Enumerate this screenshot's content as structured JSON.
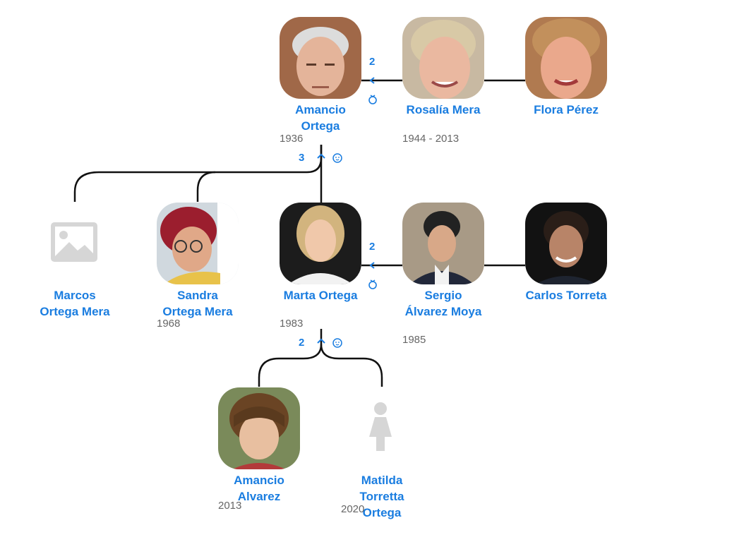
{
  "accent_color": "#1a7de0",
  "people": {
    "amancio_ortega": {
      "name": "Amancio Ortega",
      "years": "1936",
      "photo": "face-photo"
    },
    "rosalia_mera": {
      "name": "Rosalía Mera",
      "years": "1944 - 2013",
      "photo": "face-photo"
    },
    "flora_perez": {
      "name": "Flora Pérez",
      "years": "",
      "photo": "face-photo"
    },
    "marcos_ortega_mera": {
      "name": "Marcos Ortega Mera",
      "years": "",
      "photo": "image-placeholder-icon"
    },
    "sandra_ortega_mera": {
      "name": "Sandra Ortega Mera",
      "years": "1968",
      "photo": "face-photo"
    },
    "marta_ortega": {
      "name": "Marta Ortega",
      "years": "1983",
      "photo": "face-photo"
    },
    "sergio_alvarez_moya": {
      "name": "Sergio Álvarez Moya",
      "years": "1985",
      "photo": "face-photo"
    },
    "carlos_torreta": {
      "name": "Carlos Torreta",
      "years": "",
      "photo": "face-photo"
    },
    "amancio_alvarez": {
      "name": "Amancio Alvarez",
      "years": "2013",
      "photo": "face-photo"
    },
    "matilda_torretta_ortega": {
      "name": "Matilda Torretta Ortega",
      "years": "2020",
      "photo": "female-silhouette-icon"
    }
  },
  "badges": {
    "amancio_spouses": "2",
    "amancio_children": "3",
    "marta_spouses": "2",
    "marta_children": "2"
  }
}
